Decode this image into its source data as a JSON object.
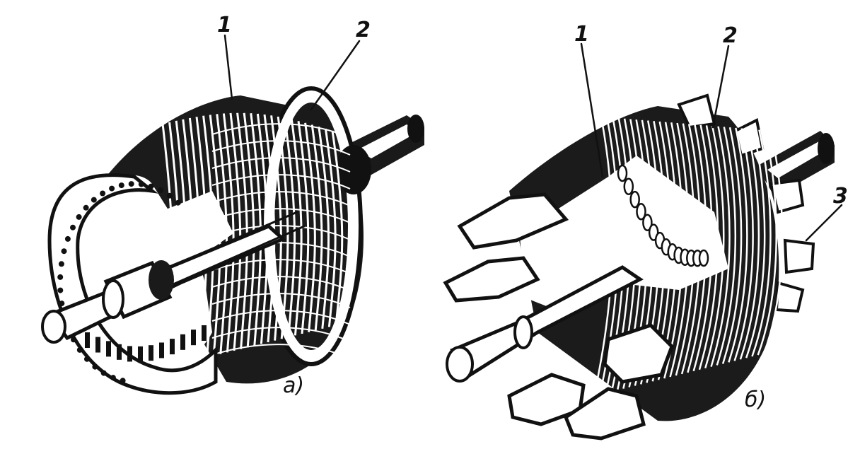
{
  "figure_a": {
    "labels": [
      "1",
      "2"
    ],
    "caption": "а)"
  },
  "figure_b": {
    "labels": [
      "1",
      "2",
      "3"
    ],
    "caption": "б)"
  },
  "colors": {
    "ink": "#111111",
    "paper": "#ffffff"
  }
}
